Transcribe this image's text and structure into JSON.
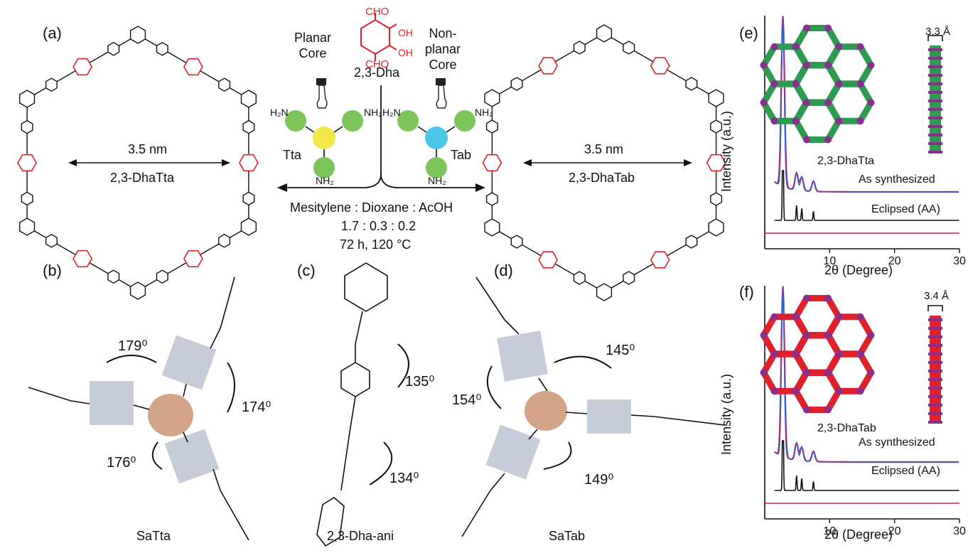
{
  "labels": {
    "a": "(a)",
    "b": "(b)",
    "c": "(c)",
    "d": "(d)",
    "e": "(e)",
    "f": "(f)"
  },
  "scheme": {
    "monomer_top_cho1": "CHO",
    "monomer_top_oh1": "OH",
    "monomer_top_oh2": "OH",
    "monomer_top_cho2": "CHO",
    "monomer_name": "2,3-Dha",
    "planar_core": "Planar\nCore",
    "nonplanar_core": "Non-\nplanar\nCore",
    "amine_left": "Tta",
    "amine_right": "Tab",
    "nh2": "NH₂",
    "h2n": "H₂N",
    "conditions_line1": "Mesitylene : Dioxane : AcOH",
    "conditions_line2": "1.7 : 0.3 : 0.2",
    "conditions_line3": "72 h, 120 °C"
  },
  "cof_left": {
    "pore_size": "3.5 nm",
    "name": "2,3-DhaTta"
  },
  "cof_right": {
    "pore_size": "3.5 nm",
    "name": "2,3-DhaTab"
  },
  "crystal_b": {
    "name": "SaTta",
    "angles": [
      "179⁰",
      "174⁰",
      "176⁰"
    ]
  },
  "crystal_c": {
    "name": "2,3-Dha-ani",
    "angles": [
      "135⁰",
      "134⁰"
    ]
  },
  "crystal_d": {
    "name": "SaTab",
    "angles": [
      "145⁰",
      "154⁰",
      "149⁰"
    ]
  },
  "colors": {
    "red": "#e0202a",
    "green_ring": "#7cc55a",
    "yellow_core": "#f3e84a",
    "cyan_core": "#4cc6e6",
    "pxrd_exp": "#c81e55",
    "pxrd_sim": "#2f5fd0",
    "copper": "#c98d6a"
  },
  "chart_data": [
    {
      "type": "line",
      "panel": "(e)",
      "model_label": "2,3-DhaTta",
      "stacking_distance": "3.3 Å",
      "xlabel": "2θ (Degree)",
      "ylabel": "Intensity (a.u.)",
      "xlim": [
        0,
        30
      ],
      "x_ticks": [
        10,
        20,
        30
      ],
      "series": [
        {
          "name": "As synthesized",
          "peaks_2theta": [
            2.8,
            4.9,
            5.7,
            7.5
          ]
        },
        {
          "name": "Eclipsed (AA)",
          "peaks_2theta": [
            2.8,
            4.9,
            5.7,
            7.5
          ]
        }
      ]
    },
    {
      "type": "line",
      "panel": "(f)",
      "model_label": "2,3-DhaTab",
      "stacking_distance": "3.4 Å",
      "xlabel": "2θ (Degree)",
      "ylabel": "Intensity (a.u.)",
      "xlim": [
        0,
        30
      ],
      "x_ticks": [
        10,
        20,
        30
      ],
      "series": [
        {
          "name": "As synthesized",
          "peaks_2theta": [
            2.8,
            4.9,
            5.7,
            7.5
          ]
        },
        {
          "name": "Eclipsed (AA)",
          "peaks_2theta": [
            2.8,
            4.9,
            5.7,
            7.5
          ]
        }
      ]
    }
  ]
}
